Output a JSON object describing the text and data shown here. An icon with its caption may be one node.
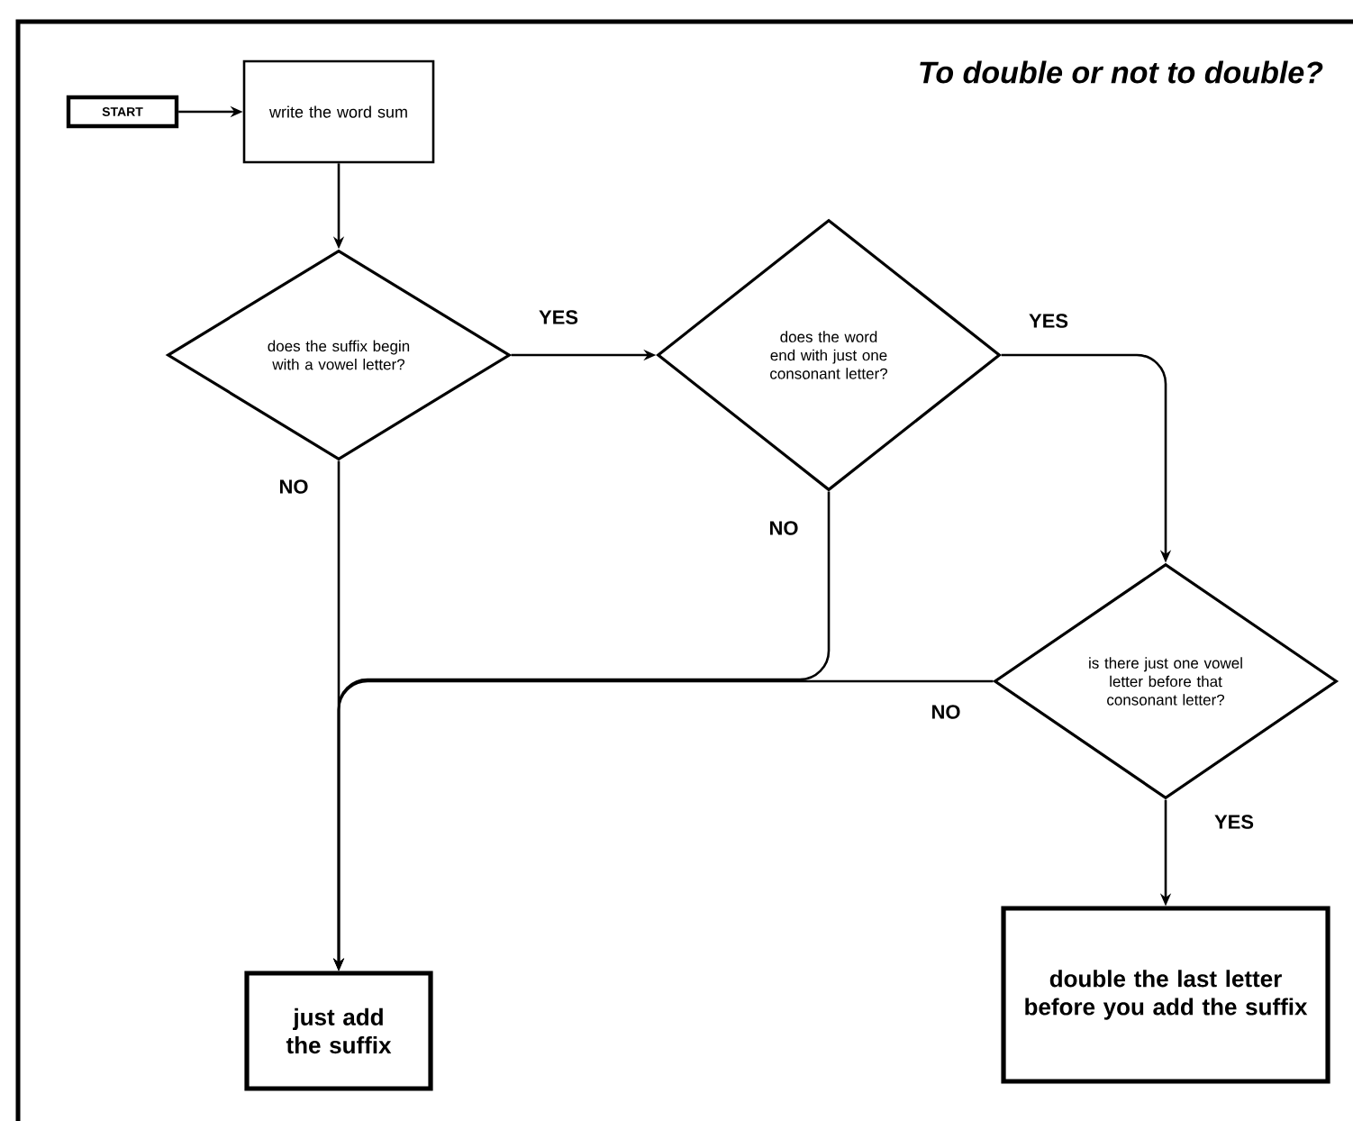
{
  "diagram": {
    "title": "To double or not to double?",
    "nodes": [
      {
        "text": [
          "START"
        ]
      },
      {
        "text": [
          "write the word sum"
        ]
      },
      {
        "text": [
          "does the suffix begin with a vowel letter?"
        ]
      },
      {
        "text": [
          "does the word end with just one consonant letter?"
        ]
      },
      {
        "text": [
          "is there just one vowel letter before that consonant letter?"
        ]
      },
      {
        "text": [
          "just add the suffix"
        ]
      },
      {
        "text": [
          "double the last letter before you add the suffix"
        ]
      }
    ],
    "edges": [
      {
        "from": 0,
        "to": 1,
        "arrow": "to"
      },
      {
        "from": 1,
        "to": 2,
        "arrow": "to"
      },
      {
        "from": 2,
        "to": 3,
        "arrow": "to",
        "label": "YES"
      },
      {
        "from": 3,
        "to": 4,
        "arrow": "to",
        "label": "YES"
      },
      {
        "from": 2,
        "to": 5,
        "arrow": "to",
        "label": "NO"
      },
      {
        "from": 3,
        "to": 5,
        "arrow": "to",
        "label": "NO"
      },
      {
        "from": 4,
        "to": 5,
        "arrow": "to",
        "label": "NO"
      },
      {
        "from": 4,
        "to": 6,
        "arrow": "to",
        "label": "YES"
      }
    ]
  }
}
